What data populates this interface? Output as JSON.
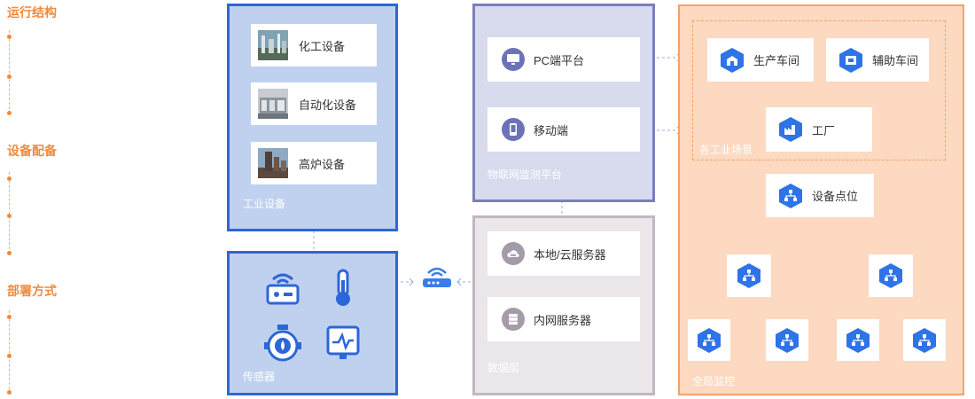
{
  "side_labels": [
    "运行结构",
    "设备配备",
    "部署方式"
  ],
  "industrial": {
    "title": "工业设备",
    "items": [
      "化工设备",
      "自动化设备",
      "高炉设备"
    ]
  },
  "sensors": {
    "title": "传感器",
    "icons": [
      "router-sensor-icon",
      "thermometer-icon",
      "flow-meter-icon",
      "monitor-waveform-icon"
    ]
  },
  "monitoring_platform": {
    "title": "物联网监测平台",
    "items": [
      "PC端平台",
      "移动端"
    ]
  },
  "data_layer": {
    "title": "数据层",
    "items": [
      "本地/云服务器",
      "内网服务器"
    ]
  },
  "monitoring": {
    "title": "全局监控",
    "scene_label": "各工业场景",
    "workshops": [
      "生产车间",
      "辅助车间"
    ],
    "factory": "工厂",
    "device_points": "设备点位"
  },
  "colors": {
    "accent_orange": "#f08a3c",
    "blue": "#2c66d8",
    "purple": "#7a7fbb",
    "hex_blue": "#2e73e8"
  }
}
